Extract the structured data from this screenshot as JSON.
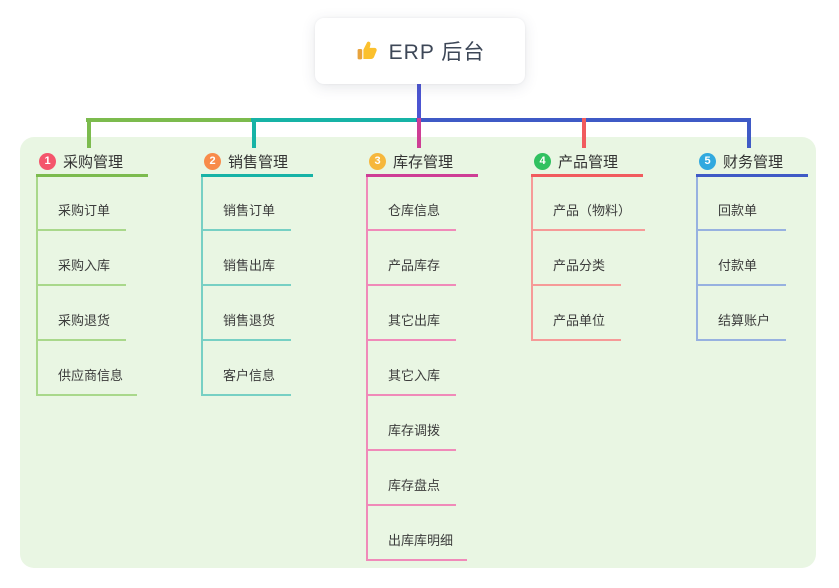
{
  "root": {
    "icon": "thumbs-up-icon",
    "label": "ERP 后台"
  },
  "branches": [
    {
      "number": "1",
      "title": "采购管理",
      "badge_color": "#f4556c",
      "line_color": "#7cbb4e",
      "light_color": "#a9d88b",
      "items": [
        "采购订单",
        "采购入库",
        "采购退货",
        "供应商信息"
      ]
    },
    {
      "number": "2",
      "title": "销售管理",
      "badge_color": "#f88b4a",
      "line_color": "#17b3a6",
      "light_color": "#77d0c4",
      "items": [
        "销售订单",
        "销售出库",
        "销售退货",
        "客户信息"
      ]
    },
    {
      "number": "3",
      "title": "库存管理",
      "badge_color": "#f6b73c",
      "line_color": "#ce3e95",
      "light_color": "#f08ab9",
      "items": [
        "仓库信息",
        "产品库存",
        "其它出库",
        "其它入库",
        "库存调拨",
        "库存盘点",
        "出库库明细"
      ]
    },
    {
      "number": "4",
      "title": "产品管理",
      "badge_color": "#30c160",
      "line_color": "#f15b5e",
      "light_color": "#f69a98",
      "items": [
        "产品（物料）",
        "产品分类",
        "产品单位"
      ]
    },
    {
      "number": "5",
      "title": "财务管理",
      "badge_color": "#31a9df",
      "line_color": "#3f5ac6",
      "light_color": "#97b1e0",
      "items": [
        "回款单",
        "付款单",
        "结算账户"
      ]
    }
  ],
  "colors": {
    "panel_bg": "#e9f6e3",
    "root_connector": "#4c55d2",
    "bus_left": "#7cbb4e",
    "bus_mid": "#17b3a6",
    "bus_right": "#3f5ac6"
  }
}
